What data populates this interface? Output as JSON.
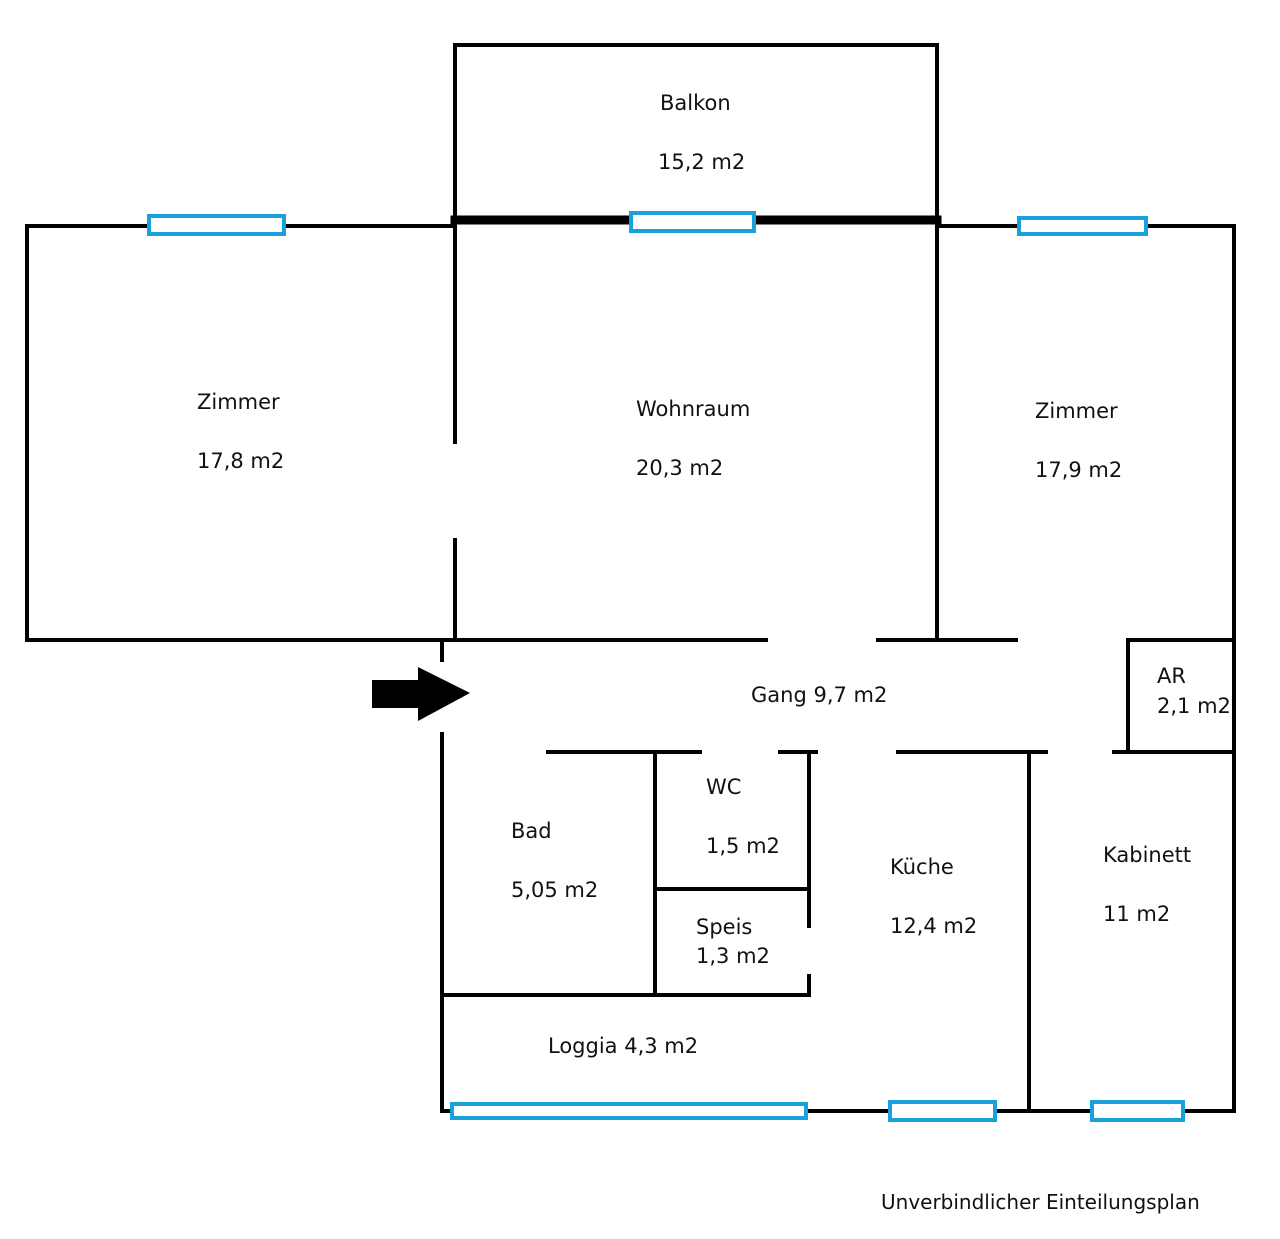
{
  "colors": {
    "wall": "#000000",
    "window": "#1aa0dd",
    "background": "#ffffff"
  },
  "rooms": {
    "balkon": {
      "name": "Balkon",
      "area": "15,2 m2"
    },
    "zimmer_left": {
      "name": "Zimmer",
      "area": "17,8 m2"
    },
    "wohnraum": {
      "name": "Wohnraum",
      "area": "20,3 m2"
    },
    "zimmer_right": {
      "name": "Zimmer",
      "area": "17,9 m2"
    },
    "gang": {
      "label": "Gang 9,7 m2"
    },
    "ar": {
      "name": "AR",
      "area": "2,1 m2"
    },
    "bad": {
      "name": "Bad",
      "area": "5,05 m2"
    },
    "wc": {
      "name": "WC",
      "area": "1,5 m2"
    },
    "speis": {
      "name": "Speis",
      "area": "1,3 m2"
    },
    "kueche": {
      "name": "Küche",
      "area": "12,4 m2"
    },
    "kabinett": {
      "name": "Kabinett",
      "area": "11 m2"
    },
    "loggia": {
      "label": "Loggia 4,3 m2"
    }
  },
  "entrance_icon": "arrow-right-icon",
  "caption": "Unverbindlicher Einteilungsplan"
}
